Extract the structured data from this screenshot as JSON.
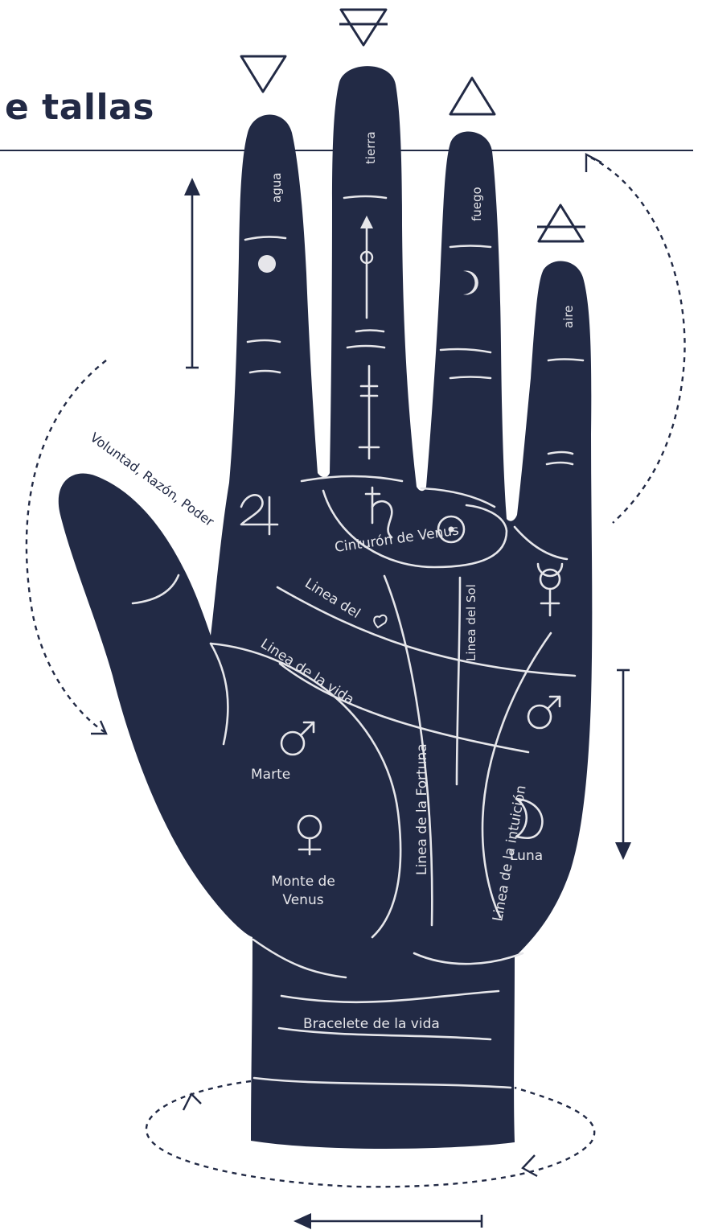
{
  "title": "e tallas",
  "colors": {
    "hand": "#222a45",
    "lines": "#e6e6ea",
    "background": "#ffffff"
  },
  "fingers": {
    "index": "agua",
    "middle": "tierra",
    "ring": "fuego",
    "little": "aire"
  },
  "thumb_label": "Voluntad, Razón, Poder",
  "labels": {
    "girdle_of_venus": "Cinturón de Venus",
    "heart_line_text": "Linea del",
    "life_line": "Linea de la vida",
    "sun_line": "Linea del Sol",
    "fortune_line": "Linea de la Fortuna",
    "intuition_line": "Linea de la intuición",
    "mars": "Marte",
    "mount_of_venus": [
      "Monte de",
      "Venus"
    ],
    "moon": "Luna",
    "bracelet": "Bracelete de la vida"
  },
  "icons": [
    "water-icon",
    "earth-icon",
    "fire-icon",
    "air-icon",
    "jupiter-icon",
    "saturn-icon",
    "sun-icon",
    "mercury-icon",
    "mars-icon",
    "venus-icon",
    "moon-icon",
    "heart-icon"
  ]
}
